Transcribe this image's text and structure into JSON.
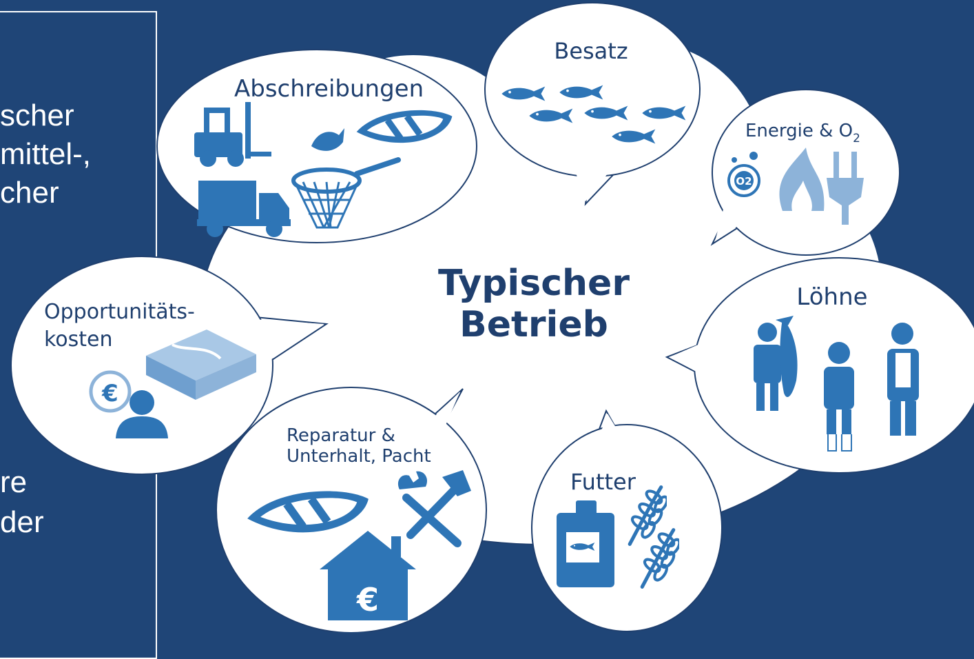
{
  "left_panel": {
    "line1": "scher",
    "line2": "mittel-,",
    "line3": "cher",
    "line4": "re",
    "line5": "der"
  },
  "center": {
    "line1": "Typischer",
    "line2": "Betrieb"
  },
  "bubbles": {
    "abschreibungen": "Abschreibungen",
    "besatz": "Besatz",
    "energie": "Energie & O",
    "energie_sub": "2",
    "loehne": "Löhne",
    "futter": "Futter",
    "reparatur_line1": "Reparatur &",
    "reparatur_line2": "Unterhalt, Pacht",
    "opportunitaet_line1": "Opportunitäts-",
    "opportunitaet_line2": "kosten"
  },
  "icons": {
    "o2": "O2",
    "euro": "€"
  },
  "colors": {
    "background": "#1f4577",
    "bubble_fill": "#ffffff",
    "icon_blue": "#2e75b6",
    "icon_light": "#8db3d9",
    "center_text": "#1f3f6e"
  }
}
